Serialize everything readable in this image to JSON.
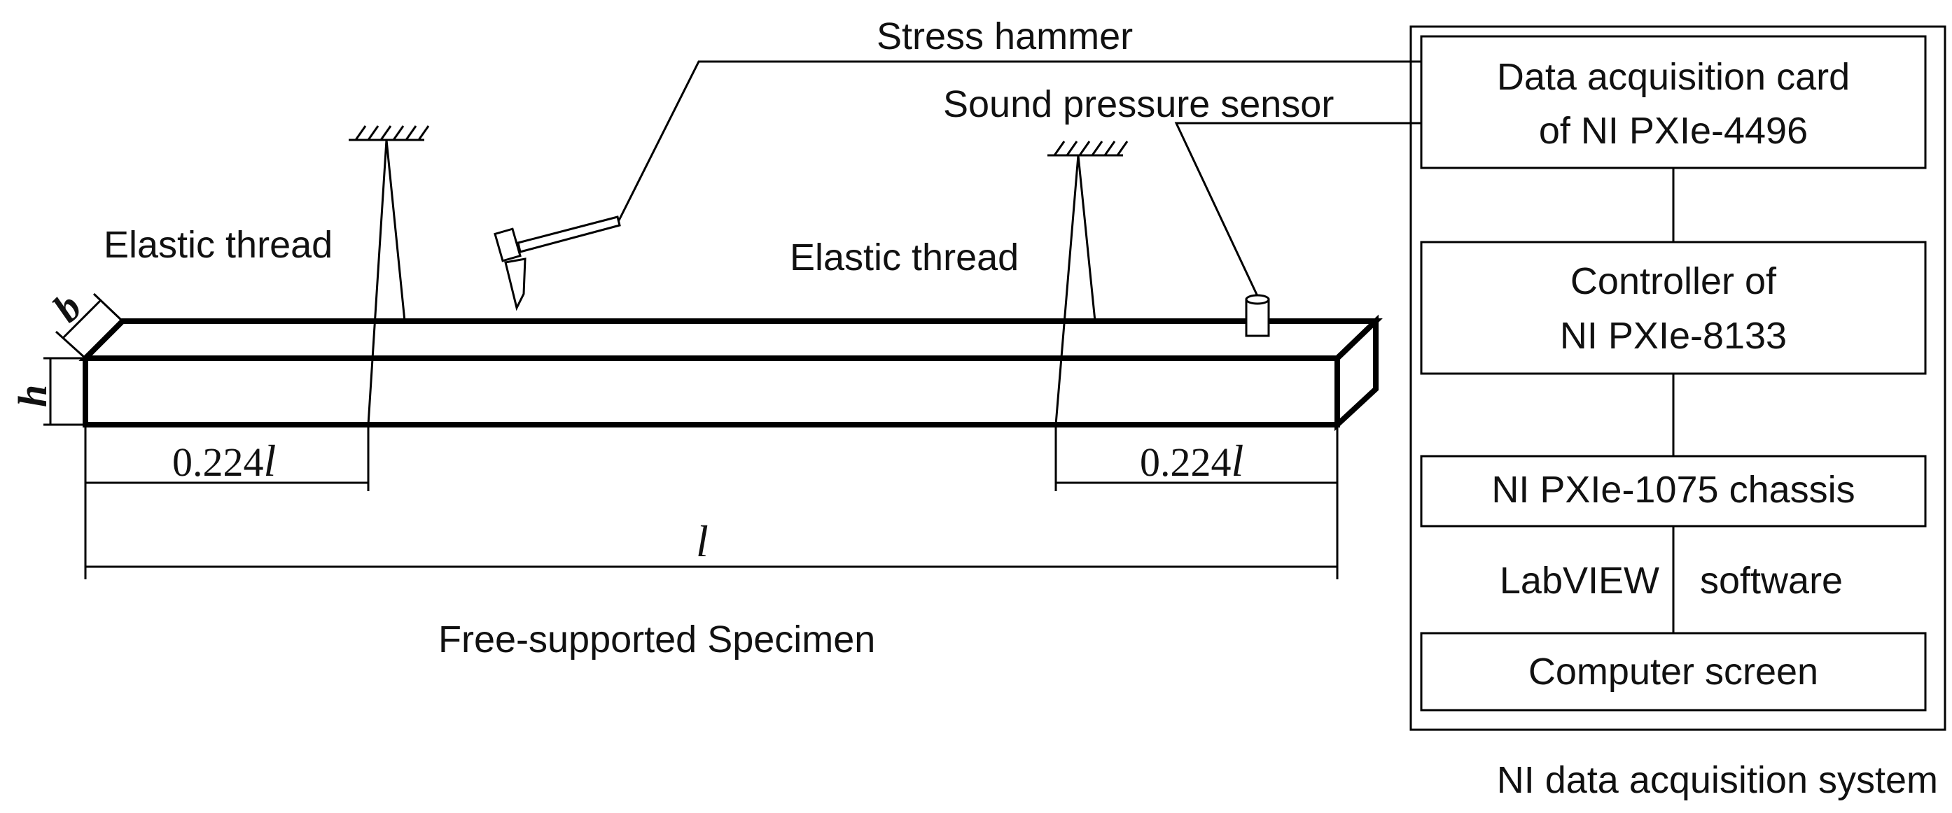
{
  "labels": {
    "stress_hammer": "Stress hammer",
    "sound_pressure_sensor": "Sound pressure sensor",
    "elastic_thread_left": "Elastic thread",
    "elastic_thread_right": "Elastic thread",
    "dim_b": "b",
    "dim_h": "h",
    "dim_left_support": "0.224",
    "dim_right_support": "0.224",
    "dim_l_symbol": "l",
    "dim_total_length": "l",
    "specimen_caption": "Free-supported Specimen"
  },
  "system": {
    "caption": "NI data acquisition system",
    "daq_card_line1": "Data acquisition card",
    "daq_card_line2": "of NI PXIe-4496",
    "controller_line1": "Controller of",
    "controller_line2": "NI PXIe-8133",
    "chassis": "NI PXIe-1075 chassis",
    "software_left": "LabVIEW",
    "software_right": "software",
    "screen": "Computer screen"
  }
}
